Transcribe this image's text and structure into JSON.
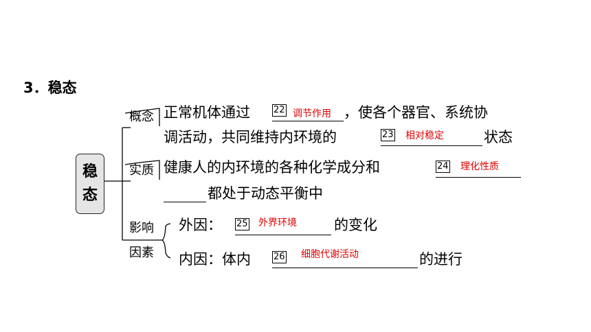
{
  "title": "3．稳态",
  "node": {
    "char1": "稳",
    "char2": "态"
  },
  "gainian": {
    "label": "概念",
    "line1_a": "正常机体通过",
    "blank22_num": "22",
    "blank22_ans": "调节作用",
    "line1_b": "，使各个器官、系统协",
    "line2_a": "调活动，共同维持内环境的",
    "blank23_num": "23",
    "blank23_ans": "相对稳定",
    "line2_b": "状态"
  },
  "shizhi": {
    "label": "实质",
    "line1_a": "健康人的内环境的各种化学成分和",
    "blank24_num": "24",
    "blank24_ans": "理化性质",
    "line2_b": "都处于动态平衡中"
  },
  "yingxiang": {
    "label1": "影响",
    "label2": "因素",
    "wai_a": "外因：",
    "blank25_num": "25",
    "blank25_ans": "外界环境",
    "wai_b": "的变化",
    "nei_a": "内因：体内",
    "blank26_num": "26",
    "blank26_ans": "细胞代谢活动",
    "nei_b": "的进行"
  }
}
